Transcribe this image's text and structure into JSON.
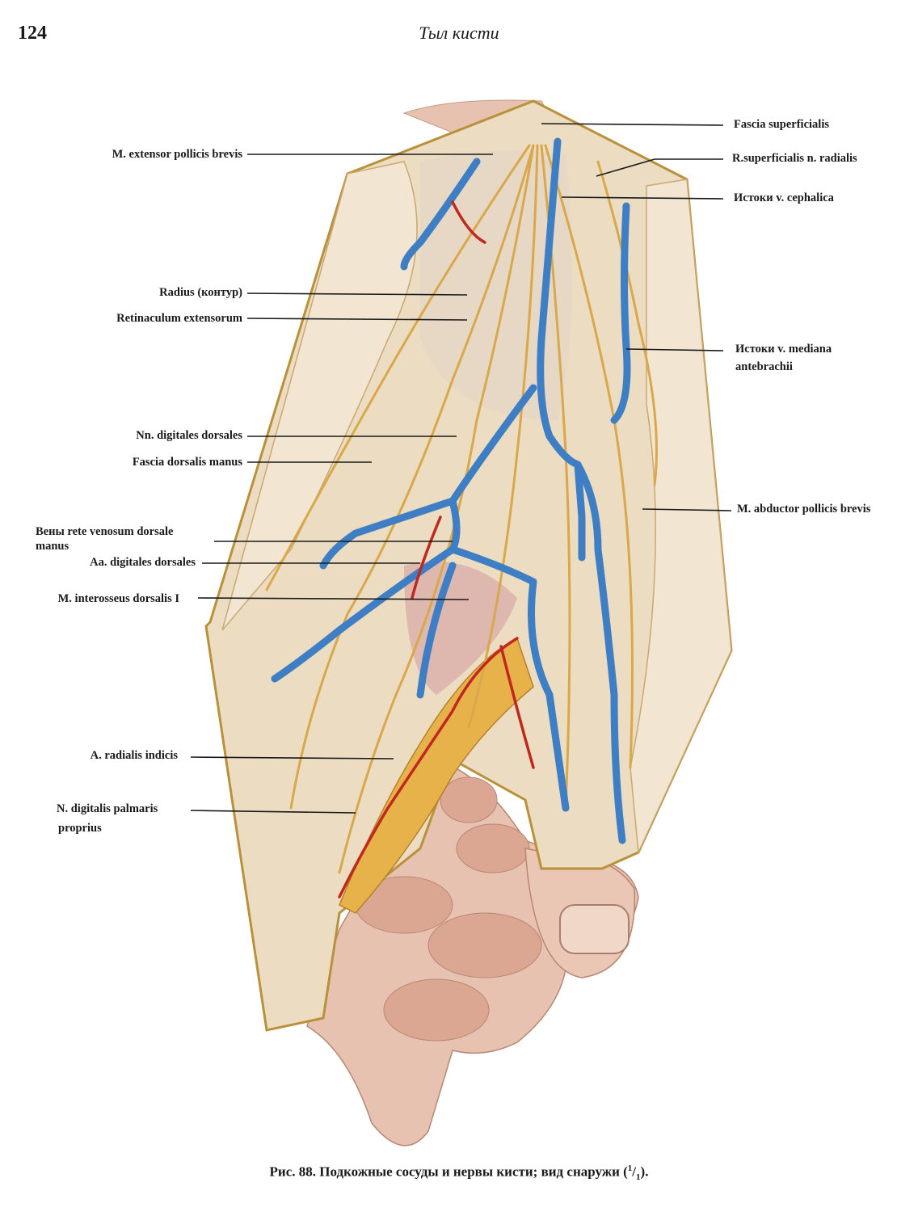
{
  "page": {
    "number": "124",
    "running_title": "Тыл кисти"
  },
  "labels": {
    "left": [
      "M. extensor pollicis brevis",
      "Radius (контур)",
      "Retinaculum extensorum",
      "Nn. digitales dorsales",
      "Fascia dorsalis manus",
      "Вены rete venosum dorsale",
      "manus",
      "Aa. digitales dorsales",
      "M. interosseus dorsalis I",
      "A. radialis indicis",
      "N. digitalis palmaris",
      "proprius"
    ],
    "right": [
      "Fascia superficialis",
      "R.superficialis n. radialis",
      "Истоки v. cephalica",
      "Истоки v. mediana",
      "antebrachii",
      "M. abductor pollicis brevis"
    ]
  },
  "caption": {
    "prefix": "Рис. 88. Подкожные сосуды и нервы кисти; вид снаружи (",
    "num": "1",
    "den": "1",
    "suffix": ")."
  },
  "colors": {
    "skin": "#e8c2b0",
    "fascia": "#ecdcc2",
    "vein": "#3d7ec4",
    "nerve": "#d9a84a",
    "artery": "#c0281e",
    "fat": "#e8b24a"
  }
}
